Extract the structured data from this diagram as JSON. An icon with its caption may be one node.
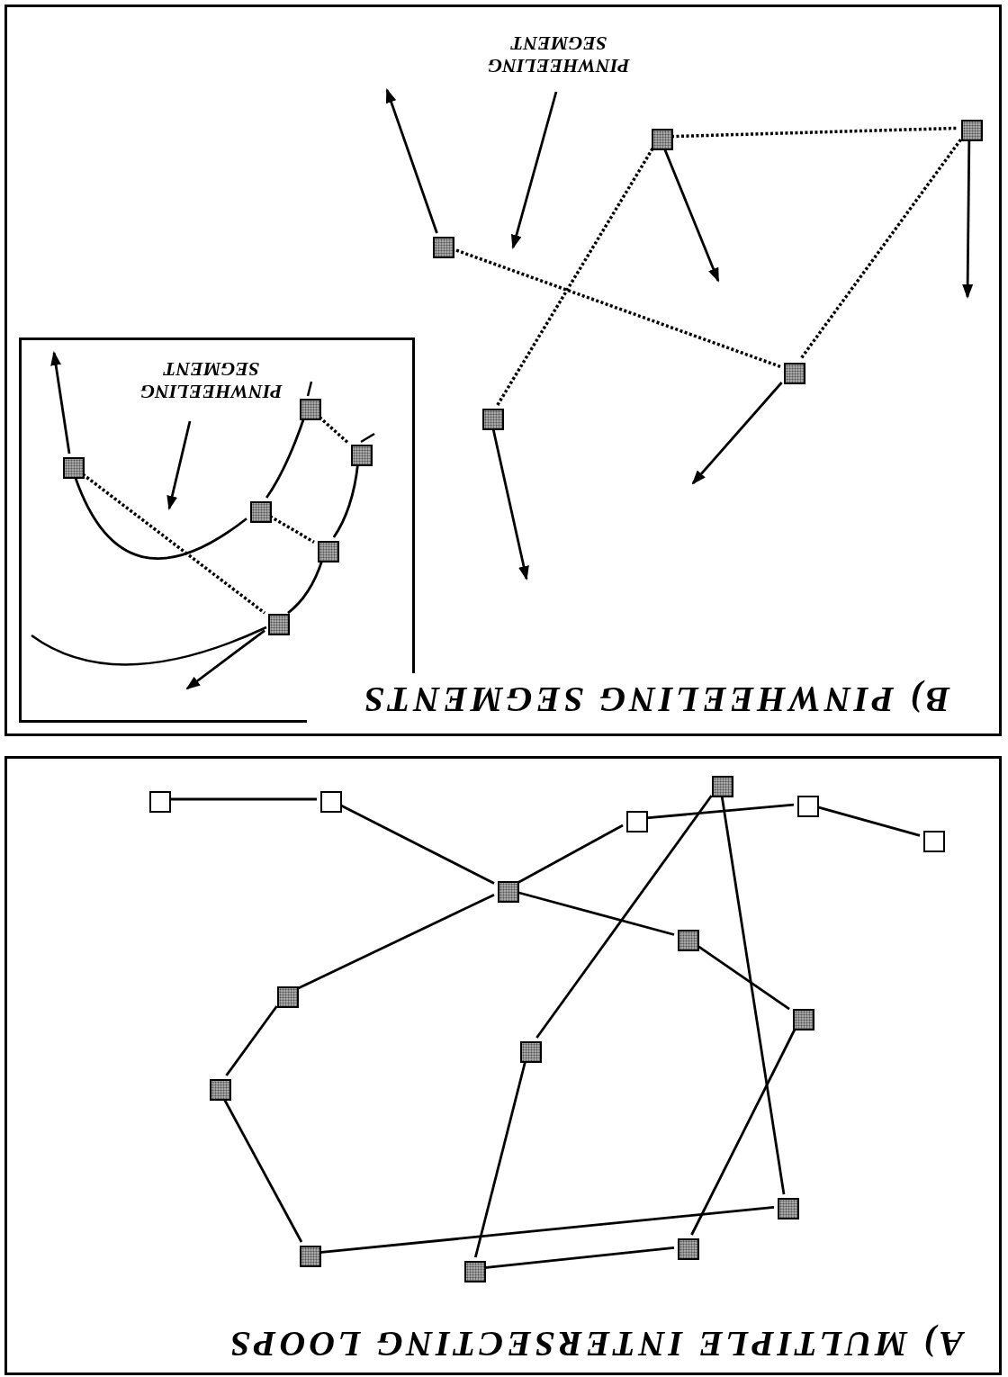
{
  "diagram": {
    "nodes": [
      {
        "text": [
          "B) PINWHEELING SEGMENTS"
        ]
      },
      {
        "text": [
          "PINWHEELING SEGMENT"
        ],
        "in": 0
      },
      {
        "text": [],
        "shape": "box",
        "in": 0
      },
      {
        "text": [],
        "shape": "box",
        "in": 0
      },
      {
        "text": [],
        "shape": "box",
        "in": 0
      },
      {
        "text": [],
        "shape": "box",
        "in": 0
      },
      {
        "text": [],
        "shape": "box",
        "in": 0
      },
      {
        "text": [],
        "shape": "box",
        "in": 0
      },
      {
        "text": [
          "PINWHEELING SEGMENT"
        ],
        "in": 7
      },
      {
        "text": [],
        "shape": "box",
        "in": 7
      },
      {
        "text": [],
        "shape": "box",
        "in": 7
      },
      {
        "text": [],
        "shape": "box",
        "in": 7
      },
      {
        "text": [],
        "shape": "box",
        "in": 7
      },
      {
        "text": [],
        "shape": "box",
        "in": 7
      },
      {
        "text": [],
        "shape": "box",
        "in": 7
      },
      {
        "text": [
          "A) MULTIPLE INTERSECTING LOOPS"
        ]
      },
      {
        "text": [],
        "shape": "box",
        "in": 15
      },
      {
        "text": [],
        "shape": "box",
        "in": 15
      },
      {
        "text": [],
        "shape": "box",
        "in": 15
      },
      {
        "text": [],
        "shape": "box",
        "in": 15
      },
      {
        "text": [],
        "shape": "box",
        "in": 15
      },
      {
        "text": [],
        "shape": "box",
        "in": 15
      },
      {
        "text": [],
        "shape": "box",
        "in": 15
      },
      {
        "text": [],
        "shape": "box",
        "in": 15
      },
      {
        "text": [],
        "shape": "box",
        "in": 15
      },
      {
        "text": [],
        "shape": "box",
        "in": 15
      },
      {
        "text": [],
        "shape": "box",
        "in": 15
      },
      {
        "text": [],
        "shape": "box",
        "in": 15
      },
      {
        "text": [],
        "shape": "box",
        "in": 15
      },
      {
        "text": [],
        "shape": "box",
        "in": 15
      },
      {
        "text": [],
        "shape": "box",
        "in": 15
      },
      {
        "text": [],
        "shape": "box",
        "in": 15
      }
    ],
    "edges": [
      {
        "from": 3,
        "to": 2,
        "arrow": "none",
        "style": "dashed"
      },
      {
        "from": 2,
        "to": 5,
        "arrow": "none",
        "style": "dashed"
      },
      {
        "from": 5,
        "to": 4,
        "arrow": "none",
        "style": "dashed"
      },
      {
        "from": 3,
        "to": 6,
        "arrow": "none",
        "style": "dashed"
      },
      {
        "from": 4,
        "to": null,
        "arrow": "to"
      },
      {
        "from": 3,
        "to": null,
        "arrow": "to"
      },
      {
        "from": 2,
        "to": null,
        "arrow": "to"
      },
      {
        "from": 5,
        "to": null,
        "arrow": "to"
      },
      {
        "from": 6,
        "to": null,
        "arrow": "to"
      },
      {
        "from": 1,
        "to": null,
        "arrow": "to"
      },
      {
        "from": 9,
        "to": 10,
        "arrow": "none",
        "style": "dashed"
      },
      {
        "from": 12,
        "to": 13,
        "arrow": "none",
        "style": "dashed"
      },
      {
        "from": 11,
        "to": 14,
        "arrow": "none",
        "style": "dashed"
      },
      {
        "from": 9,
        "to": 12,
        "arrow": "none"
      },
      {
        "from": 12,
        "to": 11,
        "arrow": "none"
      },
      {
        "from": 10,
        "to": 13,
        "arrow": "none"
      },
      {
        "from": 13,
        "to": 14,
        "arrow": "none"
      },
      {
        "from": 11,
        "to": null,
        "arrow": "to"
      },
      {
        "from": 14,
        "to": null,
        "arrow": "to"
      },
      {
        "from": 8,
        "to": null,
        "arrow": "to"
      },
      {
        "from": 17,
        "to": 18,
        "arrow": "none"
      },
      {
        "from": 18,
        "to": 22,
        "arrow": "none"
      },
      {
        "from": 22,
        "to": 20,
        "arrow": "none"
      },
      {
        "from": 20,
        "to": 19,
        "arrow": "none"
      },
      {
        "from": 19,
        "to": 21,
        "arrow": "none"
      },
      {
        "from": 22,
        "to": 23,
        "arrow": "none"
      },
      {
        "from": 23,
        "to": 25,
        "arrow": "none"
      },
      {
        "from": 25,
        "to": 29,
        "arrow": "none"
      },
      {
        "from": 29,
        "to": 31,
        "arrow": "none"
      },
      {
        "from": 31,
        "to": 26,
        "arrow": "none"
      },
      {
        "from": 26,
        "to": 16,
        "arrow": "none"
      },
      {
        "from": 16,
        "to": 28,
        "arrow": "none"
      },
      {
        "from": 28,
        "to": 30,
        "arrow": "none"
      },
      {
        "from": 30,
        "to": 27,
        "arrow": "none"
      },
      {
        "from": 27,
        "to": 24,
        "arrow": "none"
      },
      {
        "from": 24,
        "to": 22,
        "arrow": "none"
      }
    ]
  }
}
